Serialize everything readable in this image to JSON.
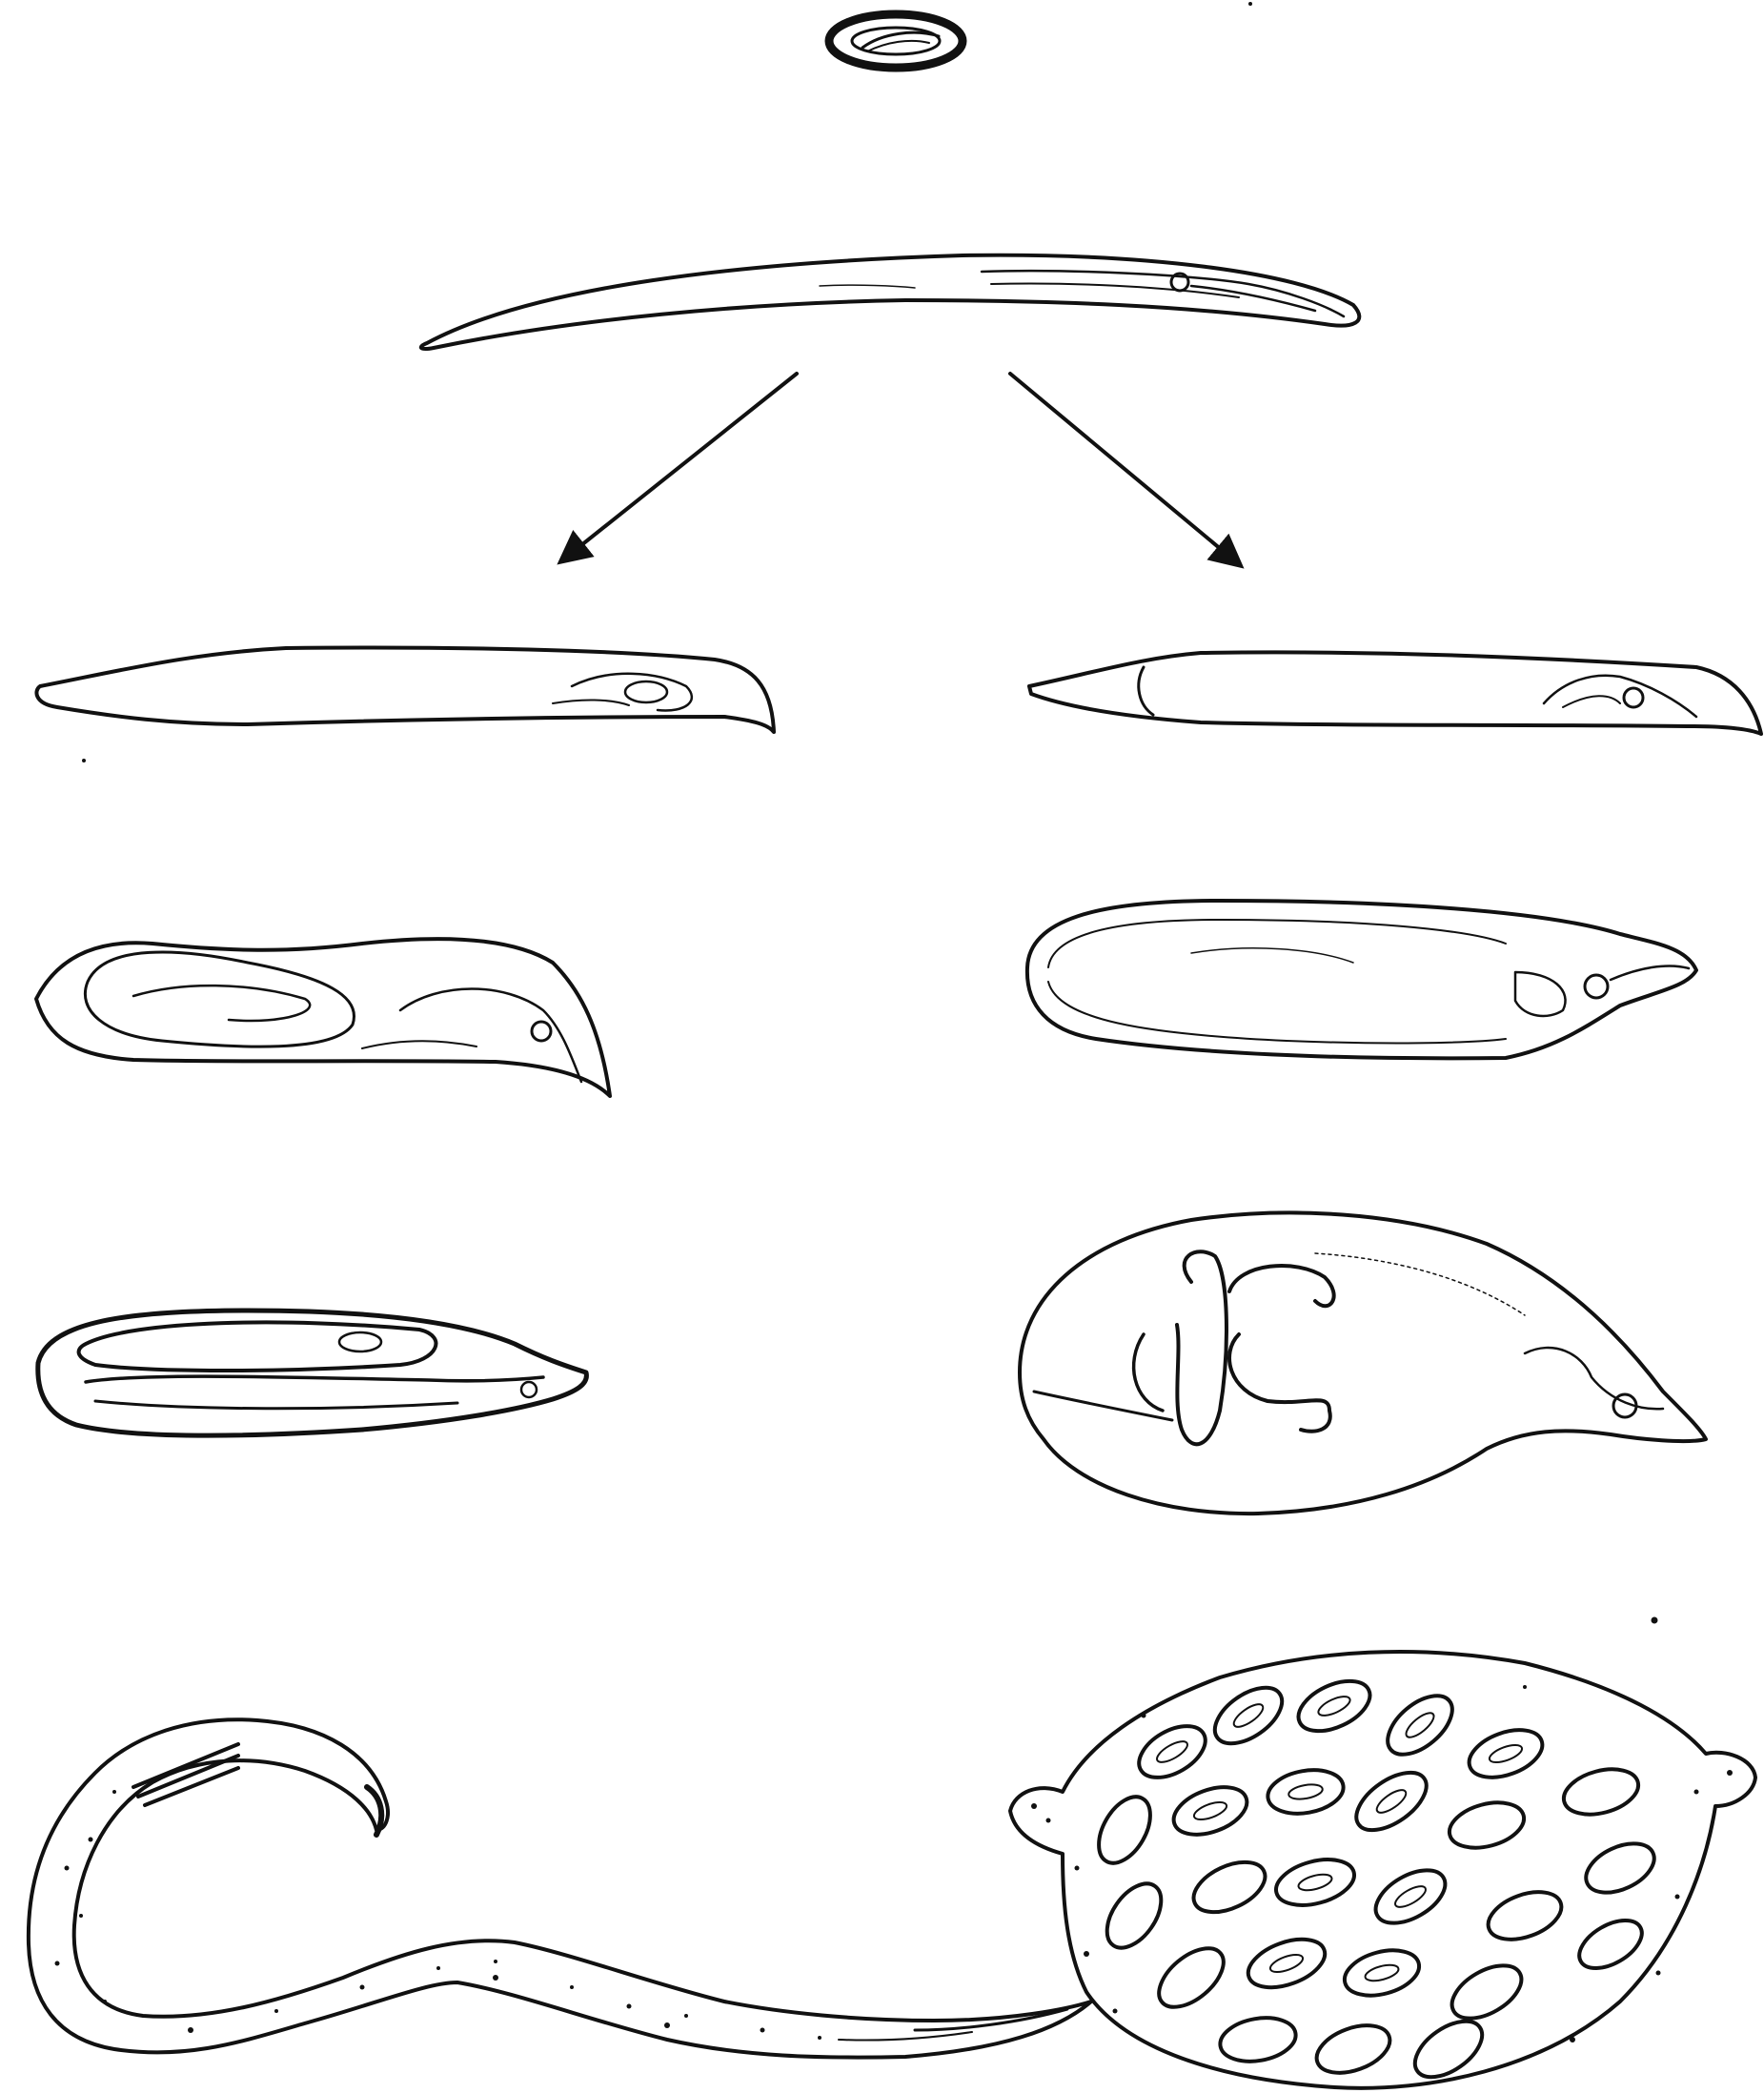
{
  "figure": {
    "kind": "life-cycle line drawing of a nematode (egg, larva, diverging development into male and female forms)",
    "ink_color": "#111111",
    "paper_color": "#ffffff",
    "stages": [
      {
        "id": "egg",
        "column": "center"
      },
      {
        "id": "larva",
        "column": "center"
      },
      {
        "id": "male-stage-1",
        "column": "left"
      },
      {
        "id": "male-stage-2",
        "column": "left"
      },
      {
        "id": "male-stage-3",
        "column": "left"
      },
      {
        "id": "adult-male",
        "column": "left"
      },
      {
        "id": "female-stage-1",
        "column": "right"
      },
      {
        "id": "female-stage-2",
        "column": "right"
      },
      {
        "id": "female-stage-3",
        "column": "right"
      },
      {
        "id": "gravid-female",
        "column": "right"
      }
    ],
    "arrows": [
      {
        "from": "larva",
        "to": "male-stage-1"
      },
      {
        "from": "larva",
        "to": "female-stage-1"
      }
    ]
  }
}
